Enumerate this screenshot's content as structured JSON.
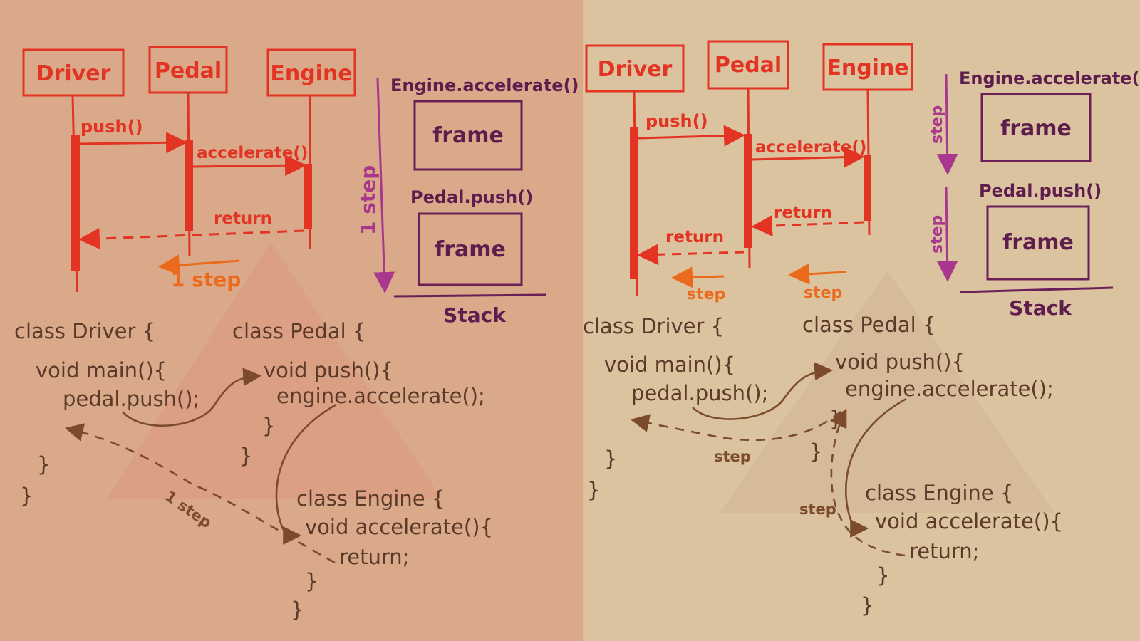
{
  "colors": {
    "panel_left": "#d9a98a",
    "panel_right": "#dcc3a0",
    "participants": "#e23323",
    "step_arrows": "#ec6a1c",
    "stack": "#5e1d4d",
    "stack_step": "#a8378d",
    "code": "#5b3a2a",
    "code_arrows": "#7b4b2c"
  },
  "left": {
    "participants": [
      "Driver",
      "Pedal",
      "Engine"
    ],
    "messages": {
      "push": "push()",
      "accelerate": "accelerate()",
      "return": "return"
    },
    "step_label": "1 step",
    "stack": {
      "step_label": "1 step",
      "frame_top_title": "Engine.accelerate()",
      "frame_top": "frame",
      "frame_bottom_title": "Pedal.push()",
      "frame_bottom": "frame",
      "label": "Stack"
    },
    "code": {
      "driver": [
        "class Driver {",
        "void main(){",
        "pedal.push();",
        "}",
        "}"
      ],
      "pedal": [
        "class Pedal {",
        "void push(){",
        "engine.accelerate();",
        "}",
        "}"
      ],
      "engine": [
        "class Engine {",
        "void accelerate(){",
        "return;",
        "}",
        "}"
      ],
      "step_label": "1 step"
    }
  },
  "right": {
    "participants": [
      "Driver",
      "Pedal",
      "Engine"
    ],
    "messages": {
      "push": "push()",
      "accelerate": "accelerate()",
      "return_engine": "return",
      "return_pedal": "return"
    },
    "step_left": "step",
    "step_right": "step",
    "stack": {
      "step_top": "step",
      "step_bottom": "step",
      "frame_top_title": "Engine.accelerate()",
      "frame_top": "frame",
      "frame_bottom_title": "Pedal.push()",
      "frame_bottom": "frame",
      "label": "Stack"
    },
    "code": {
      "driver": [
        "class Driver {",
        "void main(){",
        "pedal.push();",
        "}",
        "}"
      ],
      "pedal": [
        "class Pedal {",
        "void push(){",
        "engine.accelerate();",
        "}",
        "}"
      ],
      "engine": [
        "class Engine {",
        "void accelerate(){",
        "return;",
        "}",
        "}"
      ],
      "step_mid": "step",
      "step_left": "step"
    }
  }
}
